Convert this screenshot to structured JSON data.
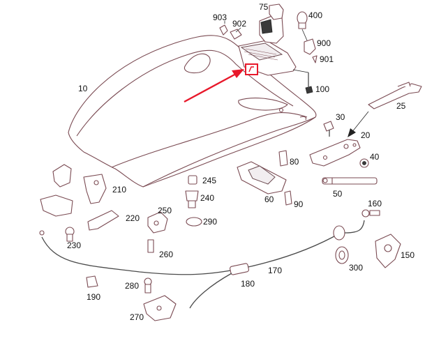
{
  "colors": {
    "outline": "#7a4a52",
    "highlight": "#e8182a",
    "text": "#111111",
    "background": "#ffffff"
  },
  "callouts": {
    "p10": "10",
    "p20": "20",
    "p25": "25",
    "p30": "30",
    "p40": "40",
    "p50": "50",
    "p60": "60",
    "p75": "75",
    "p80": "80",
    "p90": "90",
    "p100": "100",
    "p150": "150",
    "p160": "160",
    "p170": "170",
    "p180": "180",
    "p190": "190",
    "p210": "210",
    "p220": "220",
    "p230": "230",
    "p240": "240",
    "p245": "245",
    "p250": "250",
    "p260": "260",
    "p270": "270",
    "p280": "280",
    "p290": "290",
    "p300": "300",
    "p400": "400",
    "p900": "900",
    "p901": "901",
    "p902": "902",
    "p903": "903"
  },
  "highlight_marker": {
    "target": "air-intake-grille",
    "icon": "highlight-box-icon"
  }
}
